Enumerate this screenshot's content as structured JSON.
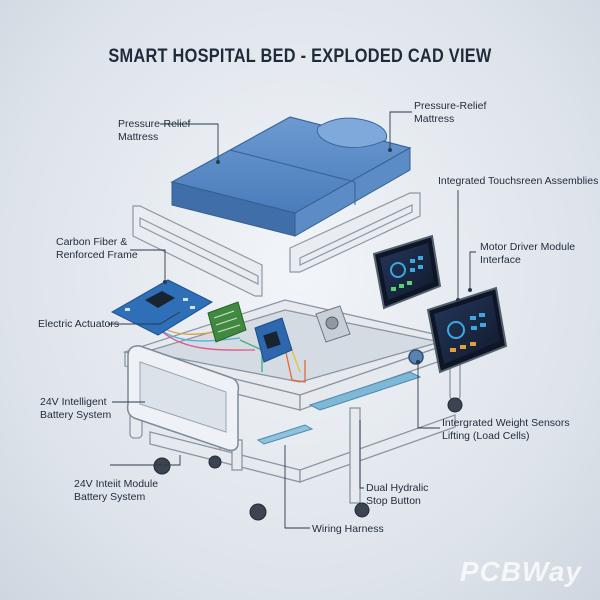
{
  "title": "SMART HOSPITAL BED - EXPLODED CAD VIEW",
  "labels": {
    "mattress_left": [
      "Pressure-Relief",
      "Mattress"
    ],
    "mattress_right": [
      "Pressure-Relief",
      "Mattress"
    ],
    "touchscreen": [
      "Integrated Touchsreen Assemblies"
    ],
    "frame": [
      "Carbon Fiber &",
      "Renforced Frame"
    ],
    "motor_driver": [
      "Motor Driver Module",
      "Interface"
    ],
    "actuators": [
      "Electric Actuators"
    ],
    "battery": [
      "24V Intelligent",
      "Battery System"
    ],
    "weight_sensors": [
      "Intergrated Weight Sensors",
      "Lifting (Load Cells)"
    ],
    "battery_module": [
      "24V Inteiit Module",
      "Battery System"
    ],
    "hydraulic": [
      "Dual Hydralic",
      "Stop Button"
    ],
    "wiring": [
      "Wiring Harness"
    ]
  },
  "watermark": "PCBWay",
  "colors": {
    "mattress": "#4f82bf",
    "frame": "#e4e8ee",
    "pcb_blue": "#2f6fb8",
    "pcb_green": "#3f8a3f",
    "screen": "#1c2a44",
    "leader": "#2a3a4c"
  }
}
